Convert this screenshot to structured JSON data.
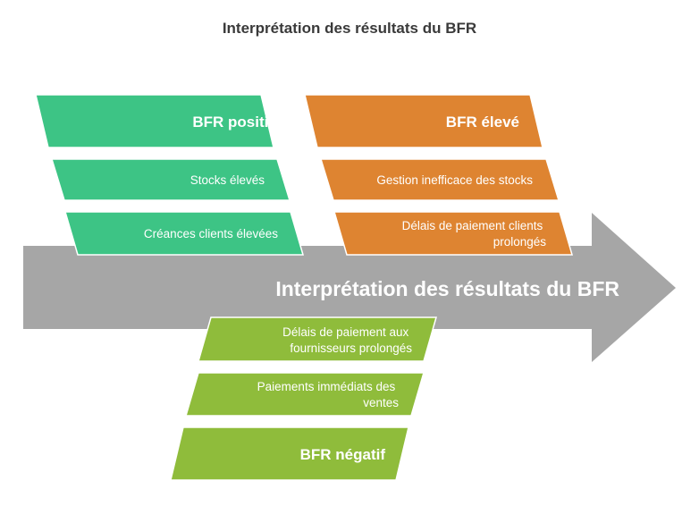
{
  "title": "Interprétation des résultats du BFR",
  "spine": {
    "label": "Interprétation des résultats du BFR",
    "color": "#a6a6a6"
  },
  "groups": {
    "positive": {
      "color": "#3dc485",
      "header": "BFR positif",
      "items": [
        "Stocks élevés",
        "Créances clients élevées"
      ]
    },
    "high": {
      "color": "#de8431",
      "header": "BFR élevé",
      "items": [
        "Gestion inefficace des stocks",
        [
          "Délais de paiement clients",
          "prolongés"
        ]
      ]
    },
    "negative": {
      "color": "#8fbc3b",
      "header": "BFR négatif",
      "items": [
        [
          "Délais de paiement aux",
          "fournisseurs prolongés"
        ],
        [
          "Paiements immédiats des",
          "ventes"
        ]
      ]
    }
  }
}
